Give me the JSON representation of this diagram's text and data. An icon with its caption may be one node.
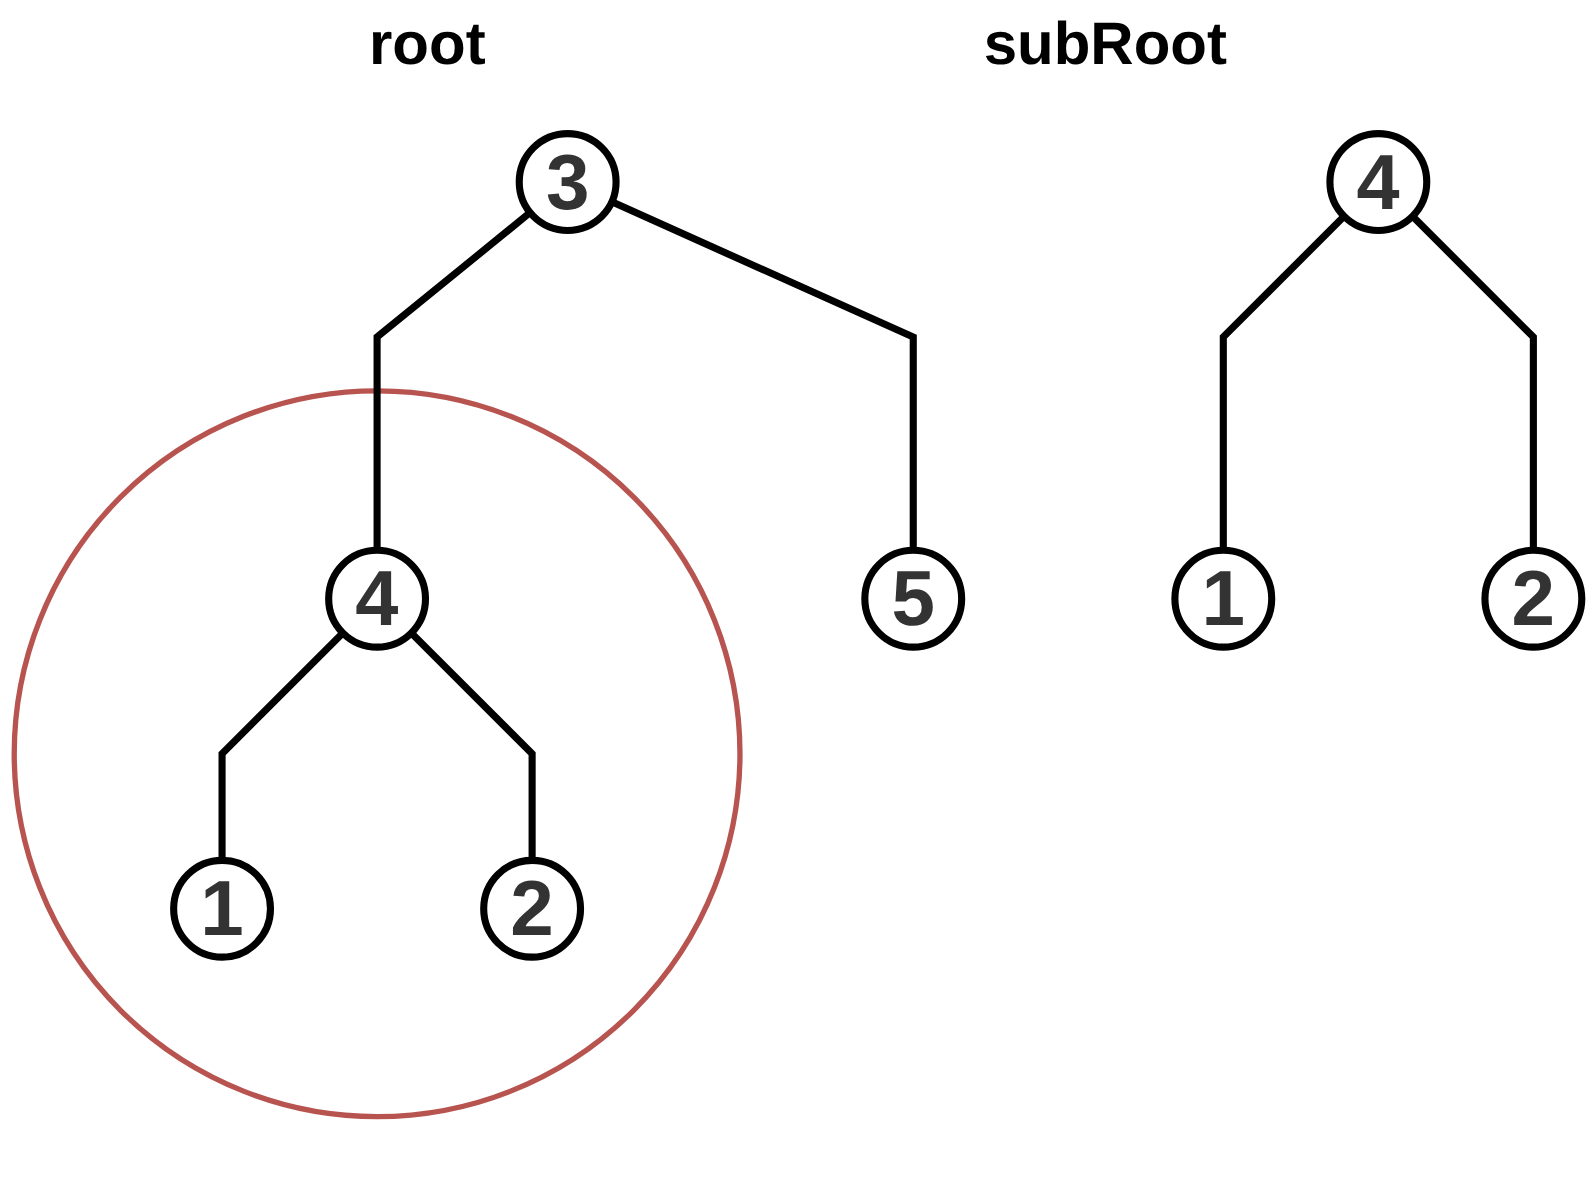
{
  "diagram": {
    "nodes": [
      {
        "text": [
          "3"
        ]
      },
      {
        "text": [],
        "shape": "circle"
      },
      {
        "text": [
          "4"
        ],
        "in": 1
      },
      {
        "text": [
          "5"
        ]
      },
      {
        "text": [
          "1"
        ],
        "in": 1
      },
      {
        "text": [
          "2"
        ],
        "in": 1
      },
      {
        "text": [
          "4"
        ]
      },
      {
        "text": [
          "1"
        ]
      },
      {
        "text": [
          "2"
        ]
      }
    ],
    "edges": [
      {
        "from": 0,
        "to": 2,
        "arrow": "none"
      },
      {
        "from": 0,
        "to": 3,
        "arrow": "none"
      },
      {
        "from": 2,
        "to": 4,
        "arrow": "none"
      },
      {
        "from": 2,
        "to": 5,
        "arrow": "none"
      },
      {
        "from": 6,
        "to": 7,
        "arrow": "none"
      },
      {
        "from": 6,
        "to": 8,
        "arrow": "none"
      }
    ],
    "labels": [
      "root",
      "subRoot"
    ]
  }
}
